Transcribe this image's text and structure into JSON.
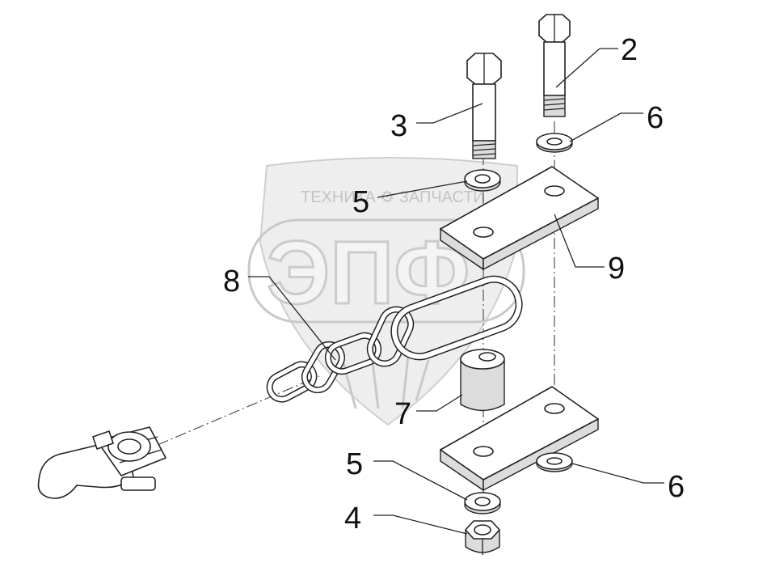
{
  "watermark": {
    "text": "ТЕХНИКА ⚙ ЗАПЧАСТИ",
    "logo": "ЭПФ"
  },
  "callouts": [
    {
      "id": "c2",
      "label": "2"
    },
    {
      "id": "c3",
      "label": "3"
    },
    {
      "id": "c6a",
      "label": "6"
    },
    {
      "id": "c5a",
      "label": "5"
    },
    {
      "id": "c9",
      "label": "9"
    },
    {
      "id": "c8",
      "label": "8"
    },
    {
      "id": "c7",
      "label": "7"
    },
    {
      "id": "c5b",
      "label": "5"
    },
    {
      "id": "c6b",
      "label": "6"
    },
    {
      "id": "c4",
      "label": "4"
    }
  ]
}
